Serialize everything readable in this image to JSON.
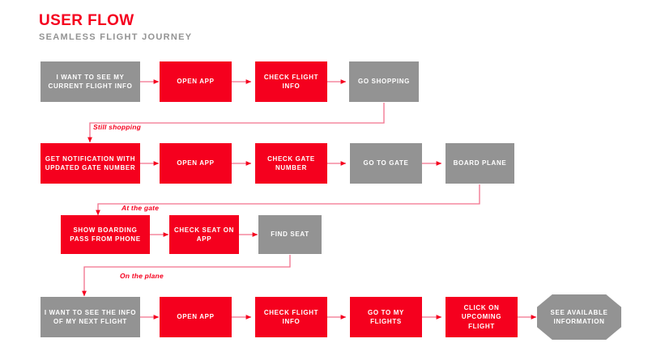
{
  "header": {
    "title": "USER FLOW",
    "subtitle": "SEAMLESS FLIGHT JOURNEY",
    "title_color": "#F5001E",
    "subtitle_color": "#939393"
  },
  "palette": {
    "red": "#F5001E",
    "gray": "#939393",
    "connector": "#F2708C",
    "arrowhead": "#F5001E",
    "background": "#FFFFFF",
    "node_text": "#FFFFFF"
  },
  "rows": [
    {
      "name": "row-current-flight",
      "nodes": [
        {
          "id": "r1n1",
          "label": "I WANT TO SEE MY CURRENT FLIGHT INFO",
          "type": "gray",
          "shape": "rect"
        },
        {
          "id": "r1n2",
          "label": "OPEN APP",
          "type": "red",
          "shape": "rect"
        },
        {
          "id": "r1n3",
          "label": "CHECK FLIGHT INFO",
          "type": "red",
          "shape": "rect"
        },
        {
          "id": "r1n4",
          "label": "GO SHOPPING",
          "type": "gray",
          "shape": "rect"
        }
      ]
    },
    {
      "name": "row-gate-notification",
      "nodes": [
        {
          "id": "r2n1",
          "label": "GET NOTIFICATION WITH UPDATED GATE NUMBER",
          "type": "red",
          "shape": "rect"
        },
        {
          "id": "r2n2",
          "label": "OPEN APP",
          "type": "red",
          "shape": "rect"
        },
        {
          "id": "r2n3",
          "label": "CHECK GATE NUMBER",
          "type": "red",
          "shape": "rect"
        },
        {
          "id": "r2n4",
          "label": "GO TO GATE",
          "type": "gray",
          "shape": "rect"
        },
        {
          "id": "r2n5",
          "label": "BOARD PLANE",
          "type": "gray",
          "shape": "rect"
        }
      ]
    },
    {
      "name": "row-boarding",
      "nodes": [
        {
          "id": "r3n1",
          "label": "SHOW BOARDING PASS FROM PHONE",
          "type": "red",
          "shape": "rect"
        },
        {
          "id": "r3n2",
          "label": "CHECK SEAT ON APP",
          "type": "red",
          "shape": "rect"
        },
        {
          "id": "r3n3",
          "label": "FIND SEAT",
          "type": "gray",
          "shape": "rect"
        }
      ]
    },
    {
      "name": "row-next-flight",
      "nodes": [
        {
          "id": "r4n1",
          "label": "I WANT TO SEE THE INFO OF MY NEXT FLIGHT",
          "type": "gray",
          "shape": "rect"
        },
        {
          "id": "r4n2",
          "label": "OPEN APP",
          "type": "red",
          "shape": "rect"
        },
        {
          "id": "r4n3",
          "label": "CHECK FLIGHT INFO",
          "type": "red",
          "shape": "rect"
        },
        {
          "id": "r4n4",
          "label": "GO TO MY FLIGHTS",
          "type": "red",
          "shape": "rect"
        },
        {
          "id": "r4n5",
          "label": "CLICK ON UPCOMING FLIGHT",
          "type": "red",
          "shape": "rect"
        },
        {
          "id": "r4n6",
          "label": "SEE AVAILABLE INFORMATION",
          "type": "gray",
          "shape": "octagon"
        }
      ]
    }
  ],
  "transitions": [
    {
      "id": "t1",
      "label": "Still shopping"
    },
    {
      "id": "t2",
      "label": "At the gate"
    },
    {
      "id": "t3",
      "label": "On the plane"
    }
  ]
}
